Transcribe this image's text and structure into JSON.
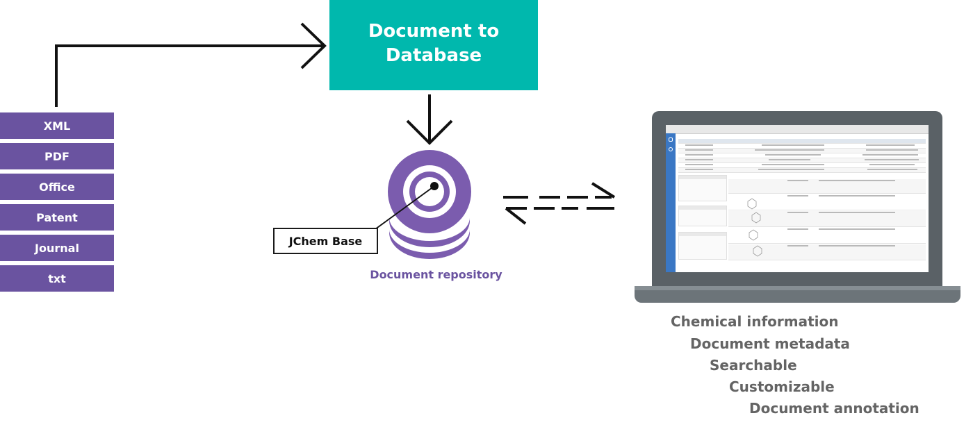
{
  "formats": [
    "XML",
    "PDF",
    "Office",
    "Patent",
    "Journal",
    "txt"
  ],
  "process_box": {
    "line1": "Document to",
    "line2": "Database"
  },
  "repository": {
    "label": "JChem Base",
    "caption": "Document repository"
  },
  "features": [
    "Chemical information",
    "Document metadata",
    "Searchable",
    "Customizable",
    "Document annotation"
  ],
  "colors": {
    "format_box": "#6a53a0",
    "process_box": "#00b8ad",
    "repository": "#7b5cae",
    "caption": "#6a53a0",
    "features": "#646464",
    "laptop": "#5a6166"
  },
  "icons": {
    "database": "stacked-disc-database-icon",
    "laptop": "laptop-icon",
    "sync": "bidirectional-arrows-icon"
  }
}
